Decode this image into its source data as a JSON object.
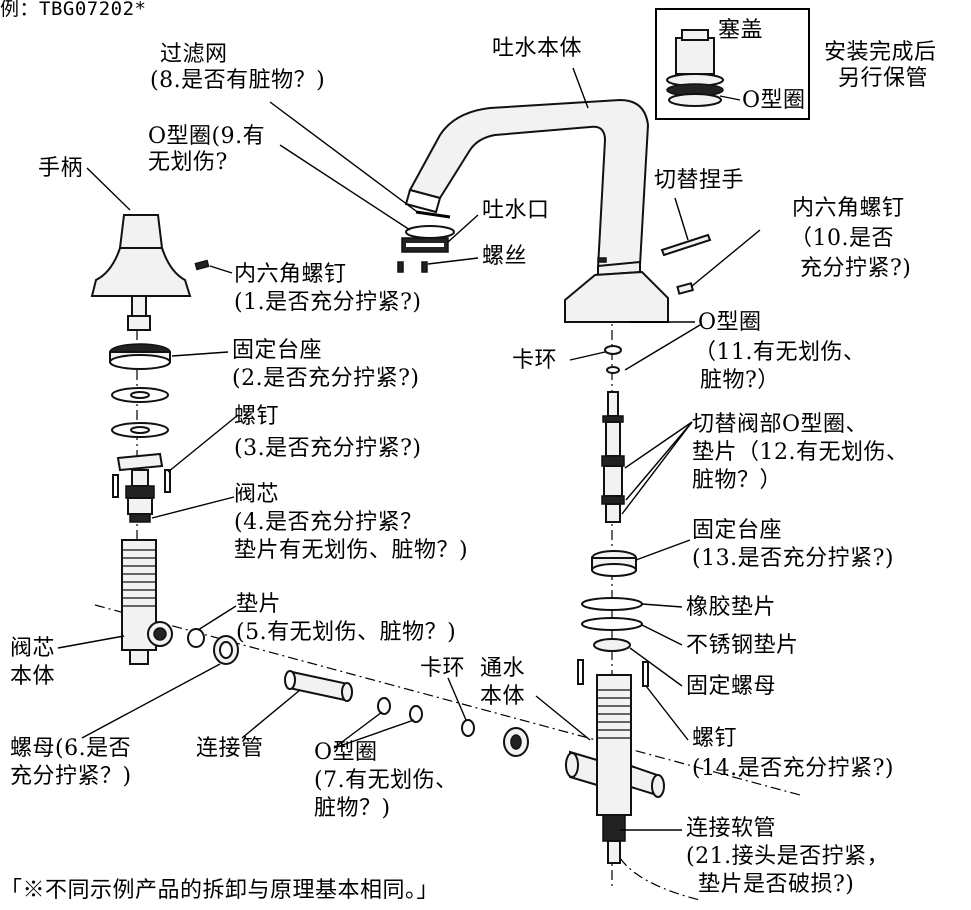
{
  "header_code": "例：TBG07202*",
  "inset": {
    "cap": "塞盖",
    "oring": "O型圈",
    "note": [
      "安装完成后",
      "另行保管"
    ]
  },
  "labels": {
    "spout": "吐水本体",
    "filter": [
      "过滤网",
      "(8.是否有脏物？)"
    ],
    "oring_top": [
      "O型圈(9.有",
      "无划伤?"
    ],
    "handle": "手柄",
    "outlet": "吐水口",
    "screw_small": "螺丝",
    "hex_left": [
      "内六角螺钉",
      "(1.是否充分拧紧?)"
    ],
    "base_left": [
      "固定台座",
      "(2.是否充分拧紧?)"
    ],
    "screw_left": [
      "螺钉",
      "(3.是否充分拧紧?)"
    ],
    "cartridge": [
      "阀芯",
      "(4.是否充分拧紧？",
      "垫片有无划伤、脏物？)"
    ],
    "gasket": [
      "垫片",
      "(5.有无划伤、脏物？)"
    ],
    "cartridge_body": [
      "阀芯",
      "本体"
    ],
    "nut": [
      "螺母(6.是否",
      "充分拧紧？)"
    ],
    "conn_pipe": "连接管",
    "oring_pipe": [
      "O型圈",
      "(7.有无划伤、",
      "脏物？)"
    ],
    "clip_pipe": "卡环",
    "water_body": [
      "通水",
      "本体"
    ],
    "switch_knob": "切替捏手",
    "hex_right": [
      "内六角螺钉",
      "（10.是否",
      "充分拧紧?)"
    ],
    "oring_right": [
      "O型圈",
      "（11.有无划伤、",
      "脏物?）"
    ],
    "clip_right": "卡环",
    "switch_valve": [
      "切替阀部O型圈、",
      "垫片（12.有无划伤、",
      "脏物？）"
    ],
    "base_right": [
      "固定台座",
      "(13.是否充分拧紧?)"
    ],
    "rubber_gasket": "橡胶垫片",
    "steel_gasket": "不锈钢垫片",
    "fix_nut": "固定螺母",
    "screw_right": [
      "螺钉",
      "(14.是否充分拧紧?)"
    ],
    "hose": [
      "连接软管",
      "(21.接头是否拧紧，",
      "垫片是否破损?)"
    ]
  },
  "footer_note": "「※不同示例产品的拆卸与原理基本相同。」"
}
